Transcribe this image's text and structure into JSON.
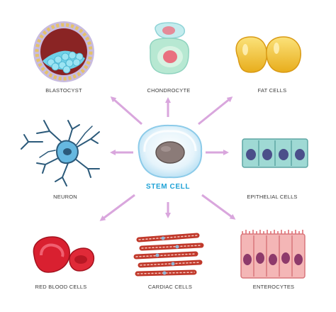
{
  "center": {
    "label": "STEM CELL"
  },
  "cells": [
    {
      "id": "blastocyst",
      "label": "BLASTOCYST"
    },
    {
      "id": "chondrocyte",
      "label": "CHONDROCYTE"
    },
    {
      "id": "fat",
      "label": "FAT CELLS"
    },
    {
      "id": "neuron",
      "label": "NEURON"
    },
    {
      "id": "epithelial",
      "label": "EPITHELIAL CELLS"
    },
    {
      "id": "rbc",
      "label": "RED BLOOD CELLS"
    },
    {
      "id": "cardiac",
      "label": "CARDIAC CELLS"
    },
    {
      "id": "enterocytes",
      "label": "ENTEROCYTES"
    }
  ],
  "colors": {
    "arrow": "#d9a6dd",
    "center_label": "#1fa2d6"
  }
}
